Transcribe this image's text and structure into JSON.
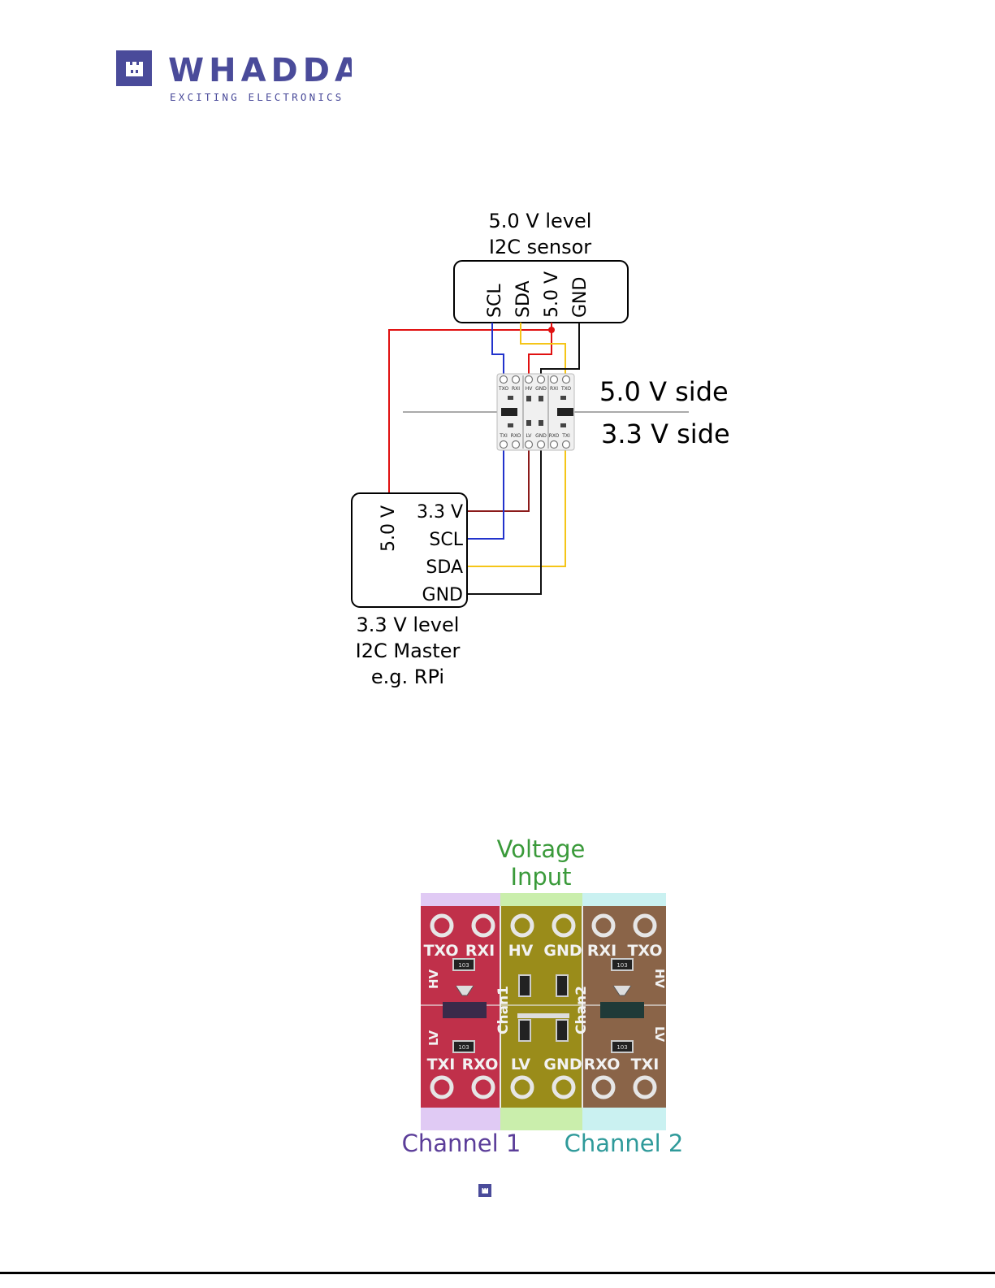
{
  "brand": {
    "name": "WHADDA",
    "tagline": "EXCITING ELECTRONICS",
    "color": "#4a4b9a"
  },
  "wiring_diagram": {
    "sensor": {
      "caption_line1": "5.0 V level",
      "caption_line2": "I2C sensor",
      "pins": [
        "SCL",
        "SDA",
        "5.0 V",
        "GND"
      ]
    },
    "side_labels": {
      "top": "5.0 V side",
      "bottom": "3.3 V side"
    },
    "board_silkscreen": {
      "top": [
        "TXO",
        "RXI",
        "HV",
        "GND",
        "RXI",
        "TXO"
      ],
      "bottom": [
        "TXI",
        "RXO",
        "LV",
        "GND",
        "RXO",
        "TXI"
      ]
    },
    "master": {
      "side_label": "5.0 V",
      "pins": [
        "3.3 V",
        "SCL",
        "SDA",
        "GND"
      ],
      "caption_line1": "3.3 V level",
      "caption_line2": "I2C Master",
      "caption_line3": "e.g. RPi"
    },
    "wire_colors": {
      "scl": "#2233cc",
      "sda": "#f5c518",
      "v5": "#e01010",
      "v33": "#8b1a1a",
      "gnd": "#111111"
    }
  },
  "pinout_photo": {
    "title_line1": "Voltage",
    "title_line2": "Input",
    "top_pins": [
      "TXO",
      "RXI",
      "HV",
      "GND",
      "RXI",
      "TXO"
    ],
    "bottom_pins": [
      "TXI",
      "RXO",
      "LV",
      "GND",
      "RXO",
      "TXI"
    ],
    "side_hv": "HV",
    "side_lv": "LV",
    "chan1": "Chan1",
    "chan2": "Chan2",
    "resistor": "103",
    "channel1": "Channel 1",
    "channel2": "Channel 2",
    "colors": {
      "channel1": "#5b3d99",
      "voltage": "#3a9a3a",
      "channel2": "#2f9a9a",
      "channel1_tint": "#d6b8f0",
      "voltage_tint": "#b8e890",
      "channel2_tint": "#b8ecec"
    }
  }
}
